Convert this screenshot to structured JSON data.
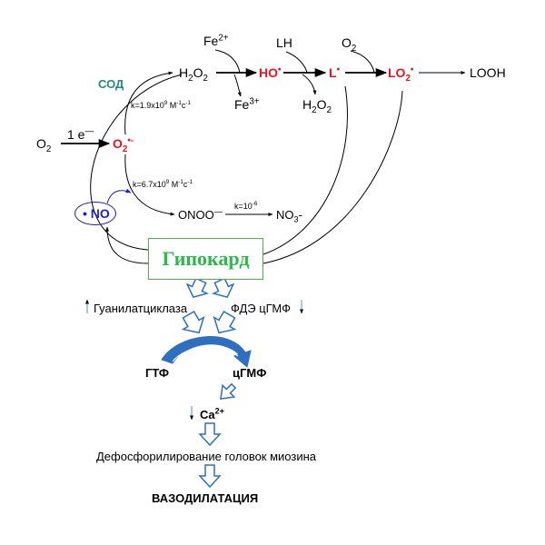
{
  "colors": {
    "radical": "#e8141c",
    "no_label": "#1c1cc8",
    "sod_label": "#1f8a8a",
    "hipokard": "#2db84a",
    "hollow_arrow": "#2e6fc0",
    "small_arrow": "#4a8fd6"
  },
  "species": {
    "fe2": {
      "base": "Fe",
      "sup": "2+"
    },
    "lh": "LH",
    "o2_top": {
      "base": "O",
      "sub": "2"
    },
    "h2o2_top": {
      "pre": "H",
      "sub": "2",
      "post": "O",
      "sub2": "2"
    },
    "ho": {
      "base": "HO",
      "sup": "•"
    },
    "l": {
      "base": "L",
      "sup": "•"
    },
    "lo2": {
      "base": "LO",
      "sub": "2",
      "sup": "•"
    },
    "looh": "LOOH",
    "fe3": {
      "base": "Fe",
      "sup": "3+"
    },
    "h2o2_bottom": {
      "pre": "H",
      "sub": "2",
      "post": "O",
      "sub2": "2"
    },
    "sod": "СОД",
    "o2_left": {
      "base": "O",
      "sub": "2"
    },
    "one_e": {
      "base": "1 e",
      "sup": "—"
    },
    "superoxide": {
      "base": "O",
      "sub": "2",
      "sup": "•-"
    },
    "no": "• NO",
    "onoo": {
      "base": "ONOO",
      "sup": "—"
    },
    "no3": {
      "base": "NO",
      "sub": "3",
      "post": "-"
    }
  },
  "rates": {
    "k1": {
      "pre": "k=1.9x10",
      "sup": "9",
      "mid": " M",
      "sup2": "-1",
      "post": "c",
      "sup3": "-1"
    },
    "k2": {
      "pre": "k=6.7x10",
      "sup": "9",
      "mid": " M",
      "sup2": "-1",
      "post": "c",
      "sup3": "-1"
    },
    "k3": {
      "pre": "k=10",
      "sup": "-6"
    }
  },
  "drug": "Гипокард",
  "pathway": {
    "gc": "Гуанилатциклаза",
    "pde": "ФДЭ цГМФ",
    "gtp": "ГТФ",
    "cgmp": "цГМФ",
    "ca": {
      "base": "Ca",
      "sup": "2+"
    },
    "dephos": "Дефосфорилирование головок миозина",
    "vaso": "ВАЗОДИЛАТАЦИЯ"
  }
}
